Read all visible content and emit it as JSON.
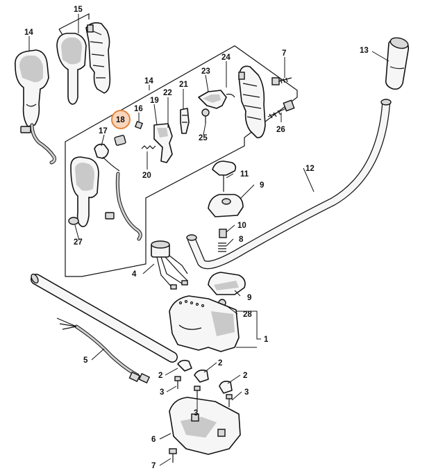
{
  "diagram": {
    "labels": {
      "p1": "1",
      "p2a": "2",
      "p2b": "2",
      "p2c": "2",
      "p3a": "3",
      "p3b": "3",
      "p3c": "3",
      "p4": "4",
      "p5": "5",
      "p6": "6",
      "p7a": "7",
      "p7b": "7",
      "p8": "8",
      "p9a": "9",
      "p9b": "9",
      "p10": "10",
      "p11": "11",
      "p12": "12",
      "p13": "13",
      "p14a": "14",
      "p14b": "14",
      "p15": "15",
      "p16": "16",
      "p17": "17",
      "p18": "18",
      "p19": "19",
      "p20": "20",
      "p21": "21",
      "p22": "22",
      "p23": "23",
      "p24": "24",
      "p25": "25",
      "p26": "26",
      "p27": "27",
      "p28": "28"
    },
    "highlighted_part": "18",
    "highlight_color": "#f9d6bd",
    "highlight_border_color": "#e2853e"
  }
}
